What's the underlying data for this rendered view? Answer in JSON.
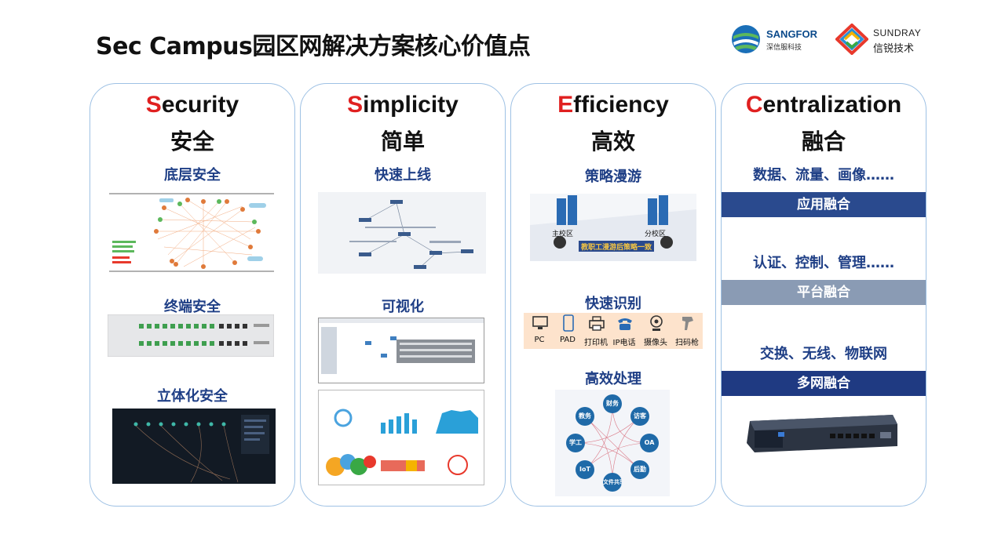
{
  "title": "Sec Campus园区网解决方案核心价值点",
  "logos": {
    "sangfor_en": "SANGFOR",
    "sangfor_zh": "深信服科技",
    "sundray_en": "SUNDRAY",
    "sundray_zh": "信锐技术"
  },
  "pillars": [
    {
      "first": "S",
      "rest": "ecurity",
      "zh": "安全",
      "subs": [
        "底层安全",
        "终端安全",
        "立体化安全"
      ]
    },
    {
      "first": "S",
      "rest": "implicity",
      "zh": "简单",
      "subs": [
        "快速上线",
        "可视化"
      ]
    },
    {
      "first": "E",
      "rest": "fficiency",
      "zh": "高效",
      "subs": [
        "策略漫游",
        "快速识别",
        "高效处理"
      ],
      "roaming": {
        "main": "主校区",
        "branch": "分校区",
        "banner": "教职工漫游后策略一致"
      },
      "devices": [
        "PC",
        "PAD",
        "打印机",
        "IP电话",
        "摄像头",
        "扫码枪"
      ],
      "wheel": [
        "财务",
        "访客",
        "OA",
        "后勤",
        "文件共享",
        "IoT",
        "学工",
        "教务"
      ]
    },
    {
      "first": "C",
      "rest": "entralization",
      "zh": "融合",
      "items": [
        "数据、流量、画像……",
        "认证、控制、管理……",
        "交换、无线、物联网"
      ],
      "bars": [
        "应用融合",
        "平台融合",
        "多网融合"
      ]
    }
  ]
}
